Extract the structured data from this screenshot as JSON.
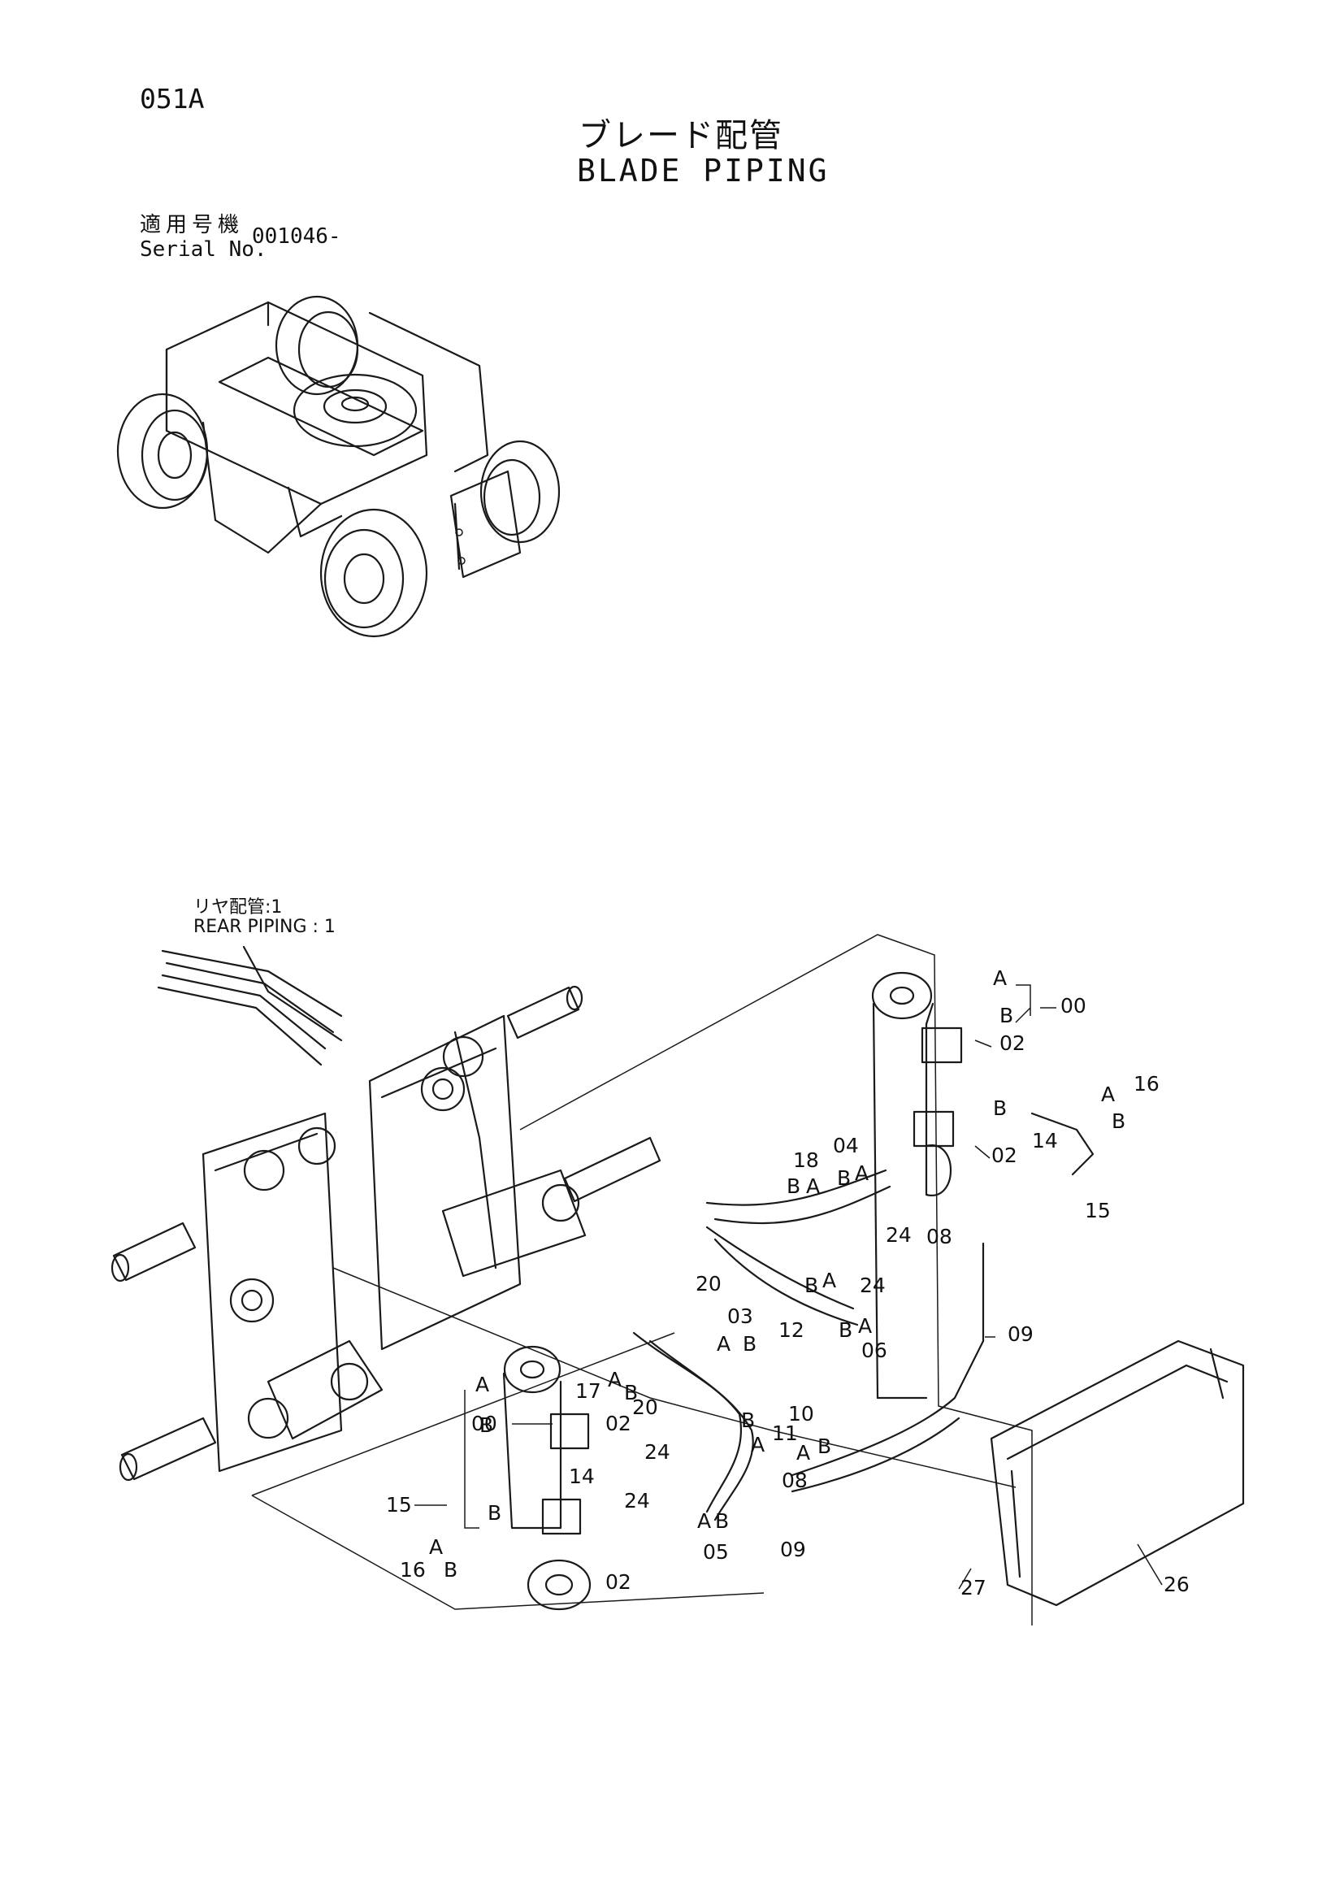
{
  "header": {
    "page_code": "051A",
    "title_jp": "ブレード配管",
    "title_en": "BLADE PIPING",
    "serial_label_jp": "適用号機",
    "serial_label_en": "Serial No.",
    "serial_value": "001046-"
  },
  "reference": {
    "label_jp": "リヤ配管:1",
    "label_en": "REAR PIPING : 1"
  },
  "callouts": [
    "00",
    "02",
    "03",
    "04",
    "05",
    "06",
    "08",
    "09",
    "10",
    "11",
    "12",
    "14",
    "15",
    "16",
    "17",
    "18",
    "20",
    "24",
    "26",
    "27",
    "A",
    "B"
  ]
}
